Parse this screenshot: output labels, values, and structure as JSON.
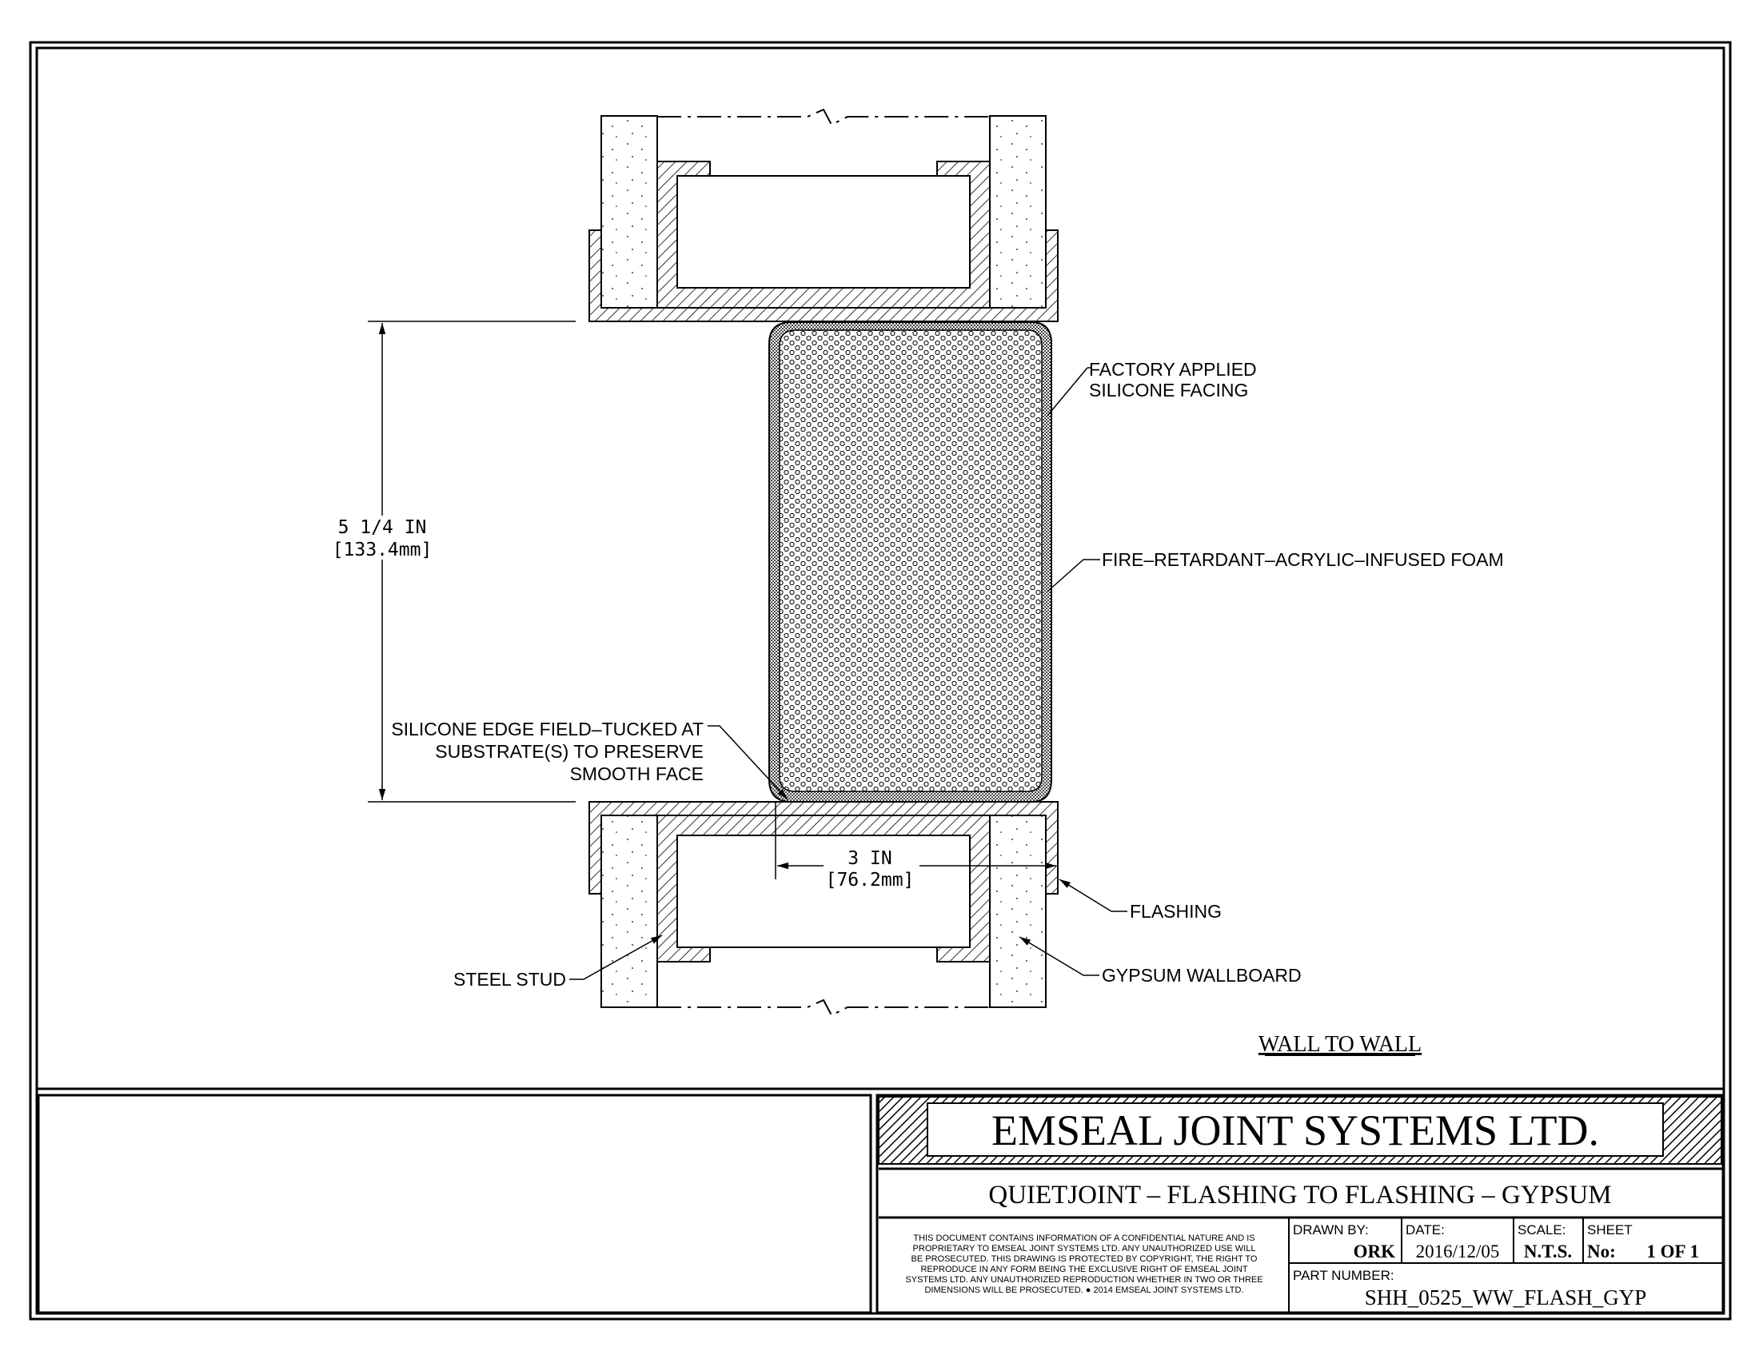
{
  "labels": {
    "factory_applied_1": "FACTORY APPLIED",
    "factory_applied_2": "SILICONE FACING",
    "foam": "FIRE–RETARDANT–ACRYLIC–INFUSED FOAM",
    "silicone_edge_1": "SILICONE EDGE FIELD–TUCKED AT",
    "silicone_edge_2": "SUBSTRATE(S) TO PRESERVE",
    "silicone_edge_3": "SMOOTH FACE",
    "flashing": "FLASHING",
    "steel_stud": "STEEL STUD",
    "gypsum": "GYPSUM WALLBOARD"
  },
  "dimensions": {
    "height_imperial": "5 1/4 IN",
    "height_metric": "[133.4mm]",
    "width_imperial": "3 IN",
    "width_metric": "[76.2mm]"
  },
  "view_title": "WALL TO WALL",
  "title_block": {
    "company": "EMSEAL JOINT SYSTEMS LTD.",
    "product": "QUIETJOINT – FLASHING TO FLASHING – GYPSUM",
    "disclaimer": [
      "THIS DOCUMENT CONTAINS INFORMATION OF A CONFIDENTIAL NATURE AND IS",
      "PROPRIETARY TO EMSEAL JOINT SYSTEMS LTD. ANY UNAUTHORIZED USE WILL",
      "BE PROSECUTED. THIS DRAWING IS PROTECTED BY COPYRIGHT, THE RIGHT TO",
      "REPRODUCE IN ANY FORM BEING THE EXCLUSIVE RIGHT OF EMSEAL JOINT",
      "SYSTEMS LTD. ANY UNAUTHORIZED REPRODUCTION WHETHER IN TWO OR THREE",
      "DIMENSIONS WILL BE PROSECUTED. ● 2014 EMSEAL JOINT SYSTEMS LTD."
    ],
    "drawn_by_label": "DRAWN BY:",
    "drawn_by": "ORK",
    "date_label": "DATE:",
    "date": "2016/12/05",
    "scale_label": "SCALE:",
    "scale": "N.T.S.",
    "sheet_label": "SHEET",
    "sheet_no_label": "No:",
    "sheet": "1 OF 1",
    "part_number_label": "PART NUMBER:",
    "part_number": "SHH_0525_WW_FLASH_GYP"
  }
}
